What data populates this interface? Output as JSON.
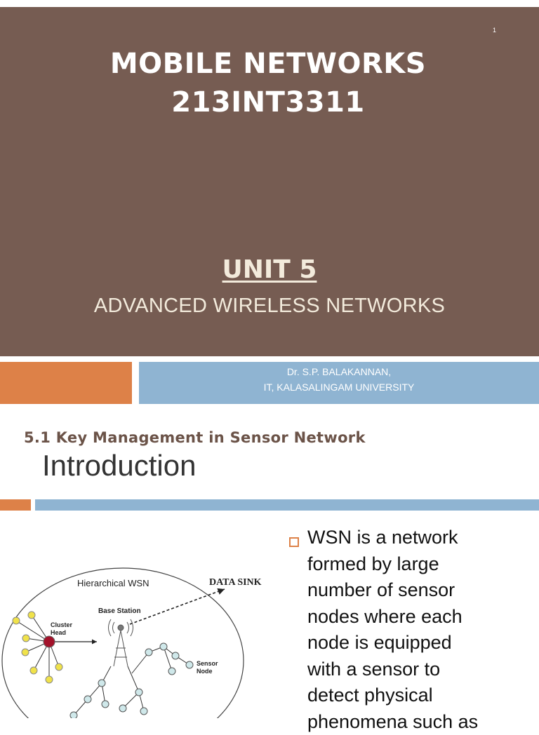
{
  "slide1": {
    "slide_number": "1",
    "title_line1": "MOBILE NETWORKS",
    "title_line2": "213INT3311",
    "unit": "UNIT 5",
    "unit_subtitle": "ADVANCED WIRELESS NETWORKS",
    "author_line1": "Dr. S.P. BALAKANNAN,",
    "author_line2": "IT, KALASALINGAM UNIVERSITY"
  },
  "slide2": {
    "section_title": "5.1 Key Management in Sensor Network",
    "heading": "Introduction",
    "diagram": {
      "title": "Hierarchical WSN",
      "data_sink": "DATA SINK",
      "base_station": "Base Station",
      "cluster_head_1": "Cluster",
      "cluster_head_2": "Head",
      "sensor_node_1": "Sensor",
      "sensor_node_2": "Node"
    },
    "bullet_lines": [
      "WSN is a network",
      "formed by large",
      "number of sensor",
      "nodes where each",
      "node is equipped",
      "with a sensor to",
      "detect physical",
      "phenomena such as"
    ]
  },
  "colors": {
    "title_background": "#765c52",
    "accent_orange": "#dd8148",
    "accent_blue": "#8fb4d2"
  }
}
